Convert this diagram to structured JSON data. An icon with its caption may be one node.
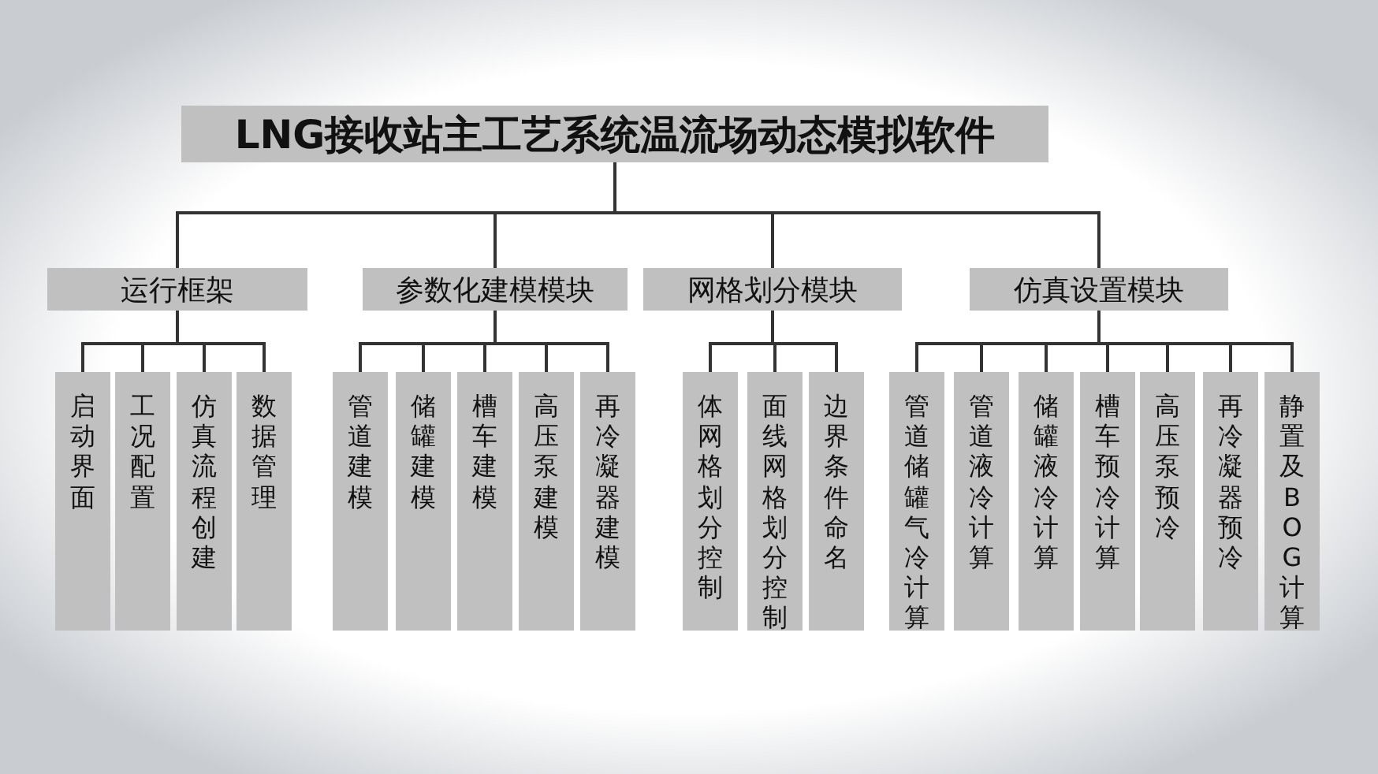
{
  "diagram": {
    "nodes": [
      {
        "text": [
          "LNG接收站主工艺系统温流场动态模拟软件"
        ]
      },
      {
        "text": [
          "运行框架"
        ]
      },
      {
        "text": [
          "参数化建模模块"
        ]
      },
      {
        "text": [
          "网格划分模块"
        ]
      },
      {
        "text": [
          "仿真设置模块"
        ]
      },
      {
        "text": [
          "启动界面"
        ]
      },
      {
        "text": [
          "工况配置"
        ]
      },
      {
        "text": [
          "仿真流程创建"
        ]
      },
      {
        "text": [
          "数据管理"
        ]
      },
      {
        "text": [
          "管道建模"
        ]
      },
      {
        "text": [
          "储罐建模"
        ]
      },
      {
        "text": [
          "槽车建模"
        ]
      },
      {
        "text": [
          "高压泵建模"
        ]
      },
      {
        "text": [
          "再冷凝器建模"
        ]
      },
      {
        "text": [
          "体网格划分控制"
        ]
      },
      {
        "text": [
          "面线网格划分控制"
        ]
      },
      {
        "text": [
          "边界条件命名"
        ]
      },
      {
        "text": [
          "管道储罐气冷计算"
        ]
      },
      {
        "text": [
          "管道液冷计算"
        ]
      },
      {
        "text": [
          "储罐液冷计算"
        ]
      },
      {
        "text": [
          "槽车预冷计算"
        ]
      },
      {
        "text": [
          "高压泵预冷"
        ]
      },
      {
        "text": [
          "再冷凝器预冷"
        ]
      },
      {
        "text": [
          "静置及BOG计算"
        ]
      }
    ],
    "edges": [
      {
        "from": 0,
        "to": 1,
        "arrow": "none"
      },
      {
        "from": 0,
        "to": 2,
        "arrow": "none"
      },
      {
        "from": 0,
        "to": 3,
        "arrow": "none"
      },
      {
        "from": 0,
        "to": 4,
        "arrow": "none"
      },
      {
        "from": 1,
        "to": 5,
        "arrow": "none"
      },
      {
        "from": 1,
        "to": 6,
        "arrow": "none"
      },
      {
        "from": 1,
        "to": 7,
        "arrow": "none"
      },
      {
        "from": 1,
        "to": 8,
        "arrow": "none"
      },
      {
        "from": 2,
        "to": 9,
        "arrow": "none"
      },
      {
        "from": 2,
        "to": 10,
        "arrow": "none"
      },
      {
        "from": 2,
        "to": 11,
        "arrow": "none"
      },
      {
        "from": 2,
        "to": 12,
        "arrow": "none"
      },
      {
        "from": 2,
        "to": 13,
        "arrow": "none"
      },
      {
        "from": 3,
        "to": 14,
        "arrow": "none"
      },
      {
        "from": 3,
        "to": 15,
        "arrow": "none"
      },
      {
        "from": 3,
        "to": 16,
        "arrow": "none"
      },
      {
        "from": 4,
        "to": 17,
        "arrow": "none"
      },
      {
        "from": 4,
        "to": 18,
        "arrow": "none"
      },
      {
        "from": 4,
        "to": 19,
        "arrow": "none"
      },
      {
        "from": 4,
        "to": 20,
        "arrow": "none"
      },
      {
        "from": 4,
        "to": 21,
        "arrow": "none"
      },
      {
        "from": 4,
        "to": 22,
        "arrow": "none"
      },
      {
        "from": 4,
        "to": 23,
        "arrow": "none"
      }
    ]
  }
}
